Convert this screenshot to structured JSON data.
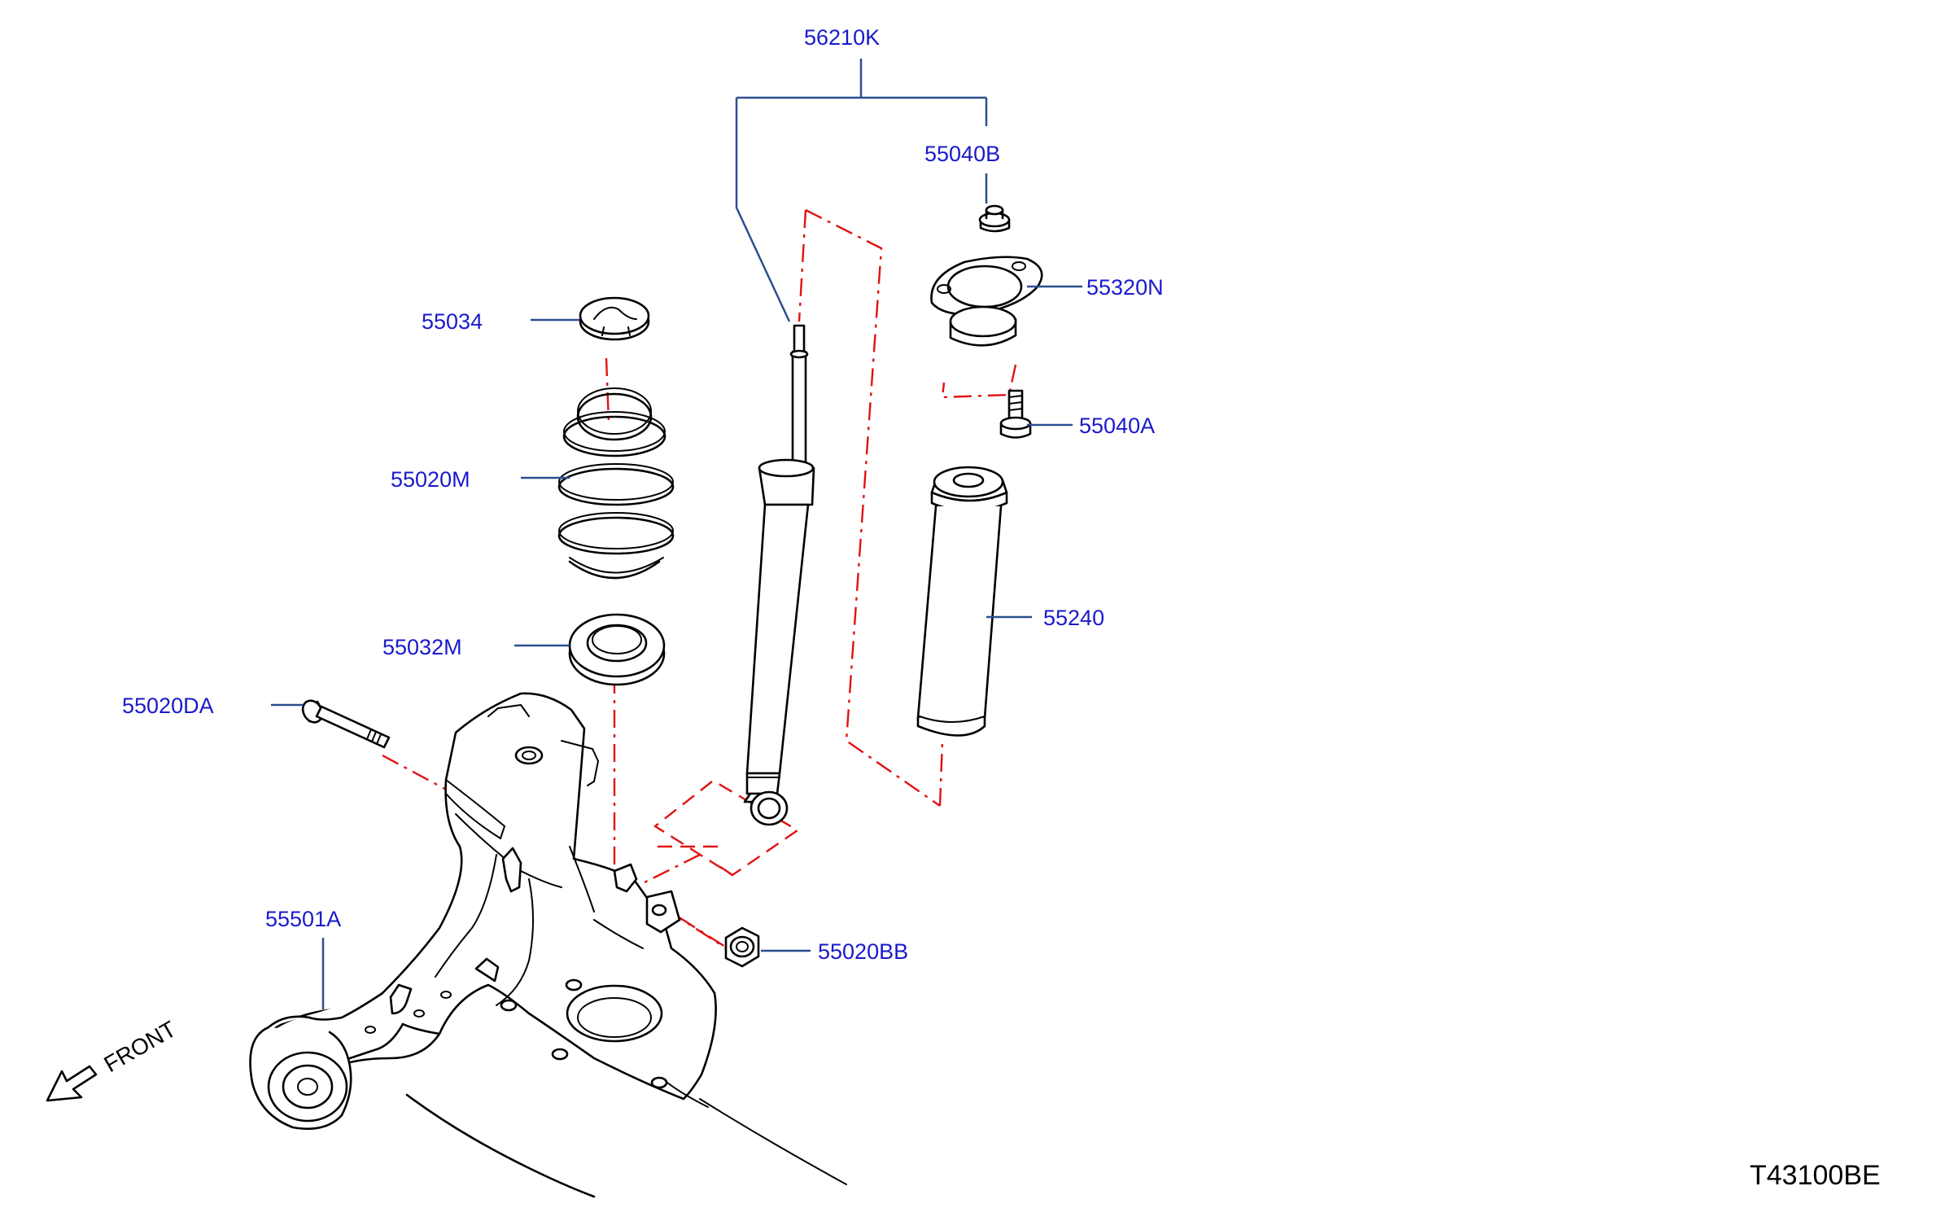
{
  "colors": {
    "callout": "#1a1acc",
    "leader": "#2a4f8f",
    "centerline": "#e11212",
    "part_outline": "#000000"
  },
  "callouts": {
    "shock_assembly": "56210K",
    "upper_nut": "55040B",
    "mount": "55320N",
    "mount_bolt": "55040A",
    "upper_seat": "55034",
    "coil_spring": "55020M",
    "lower_seat": "55032M",
    "long_bolt": "55020DA",
    "bound_bumper": "55240",
    "lower_nut": "55020BB",
    "member": "55501A"
  },
  "direction_label": "FRONT",
  "drawing_code": "T43100BE"
}
